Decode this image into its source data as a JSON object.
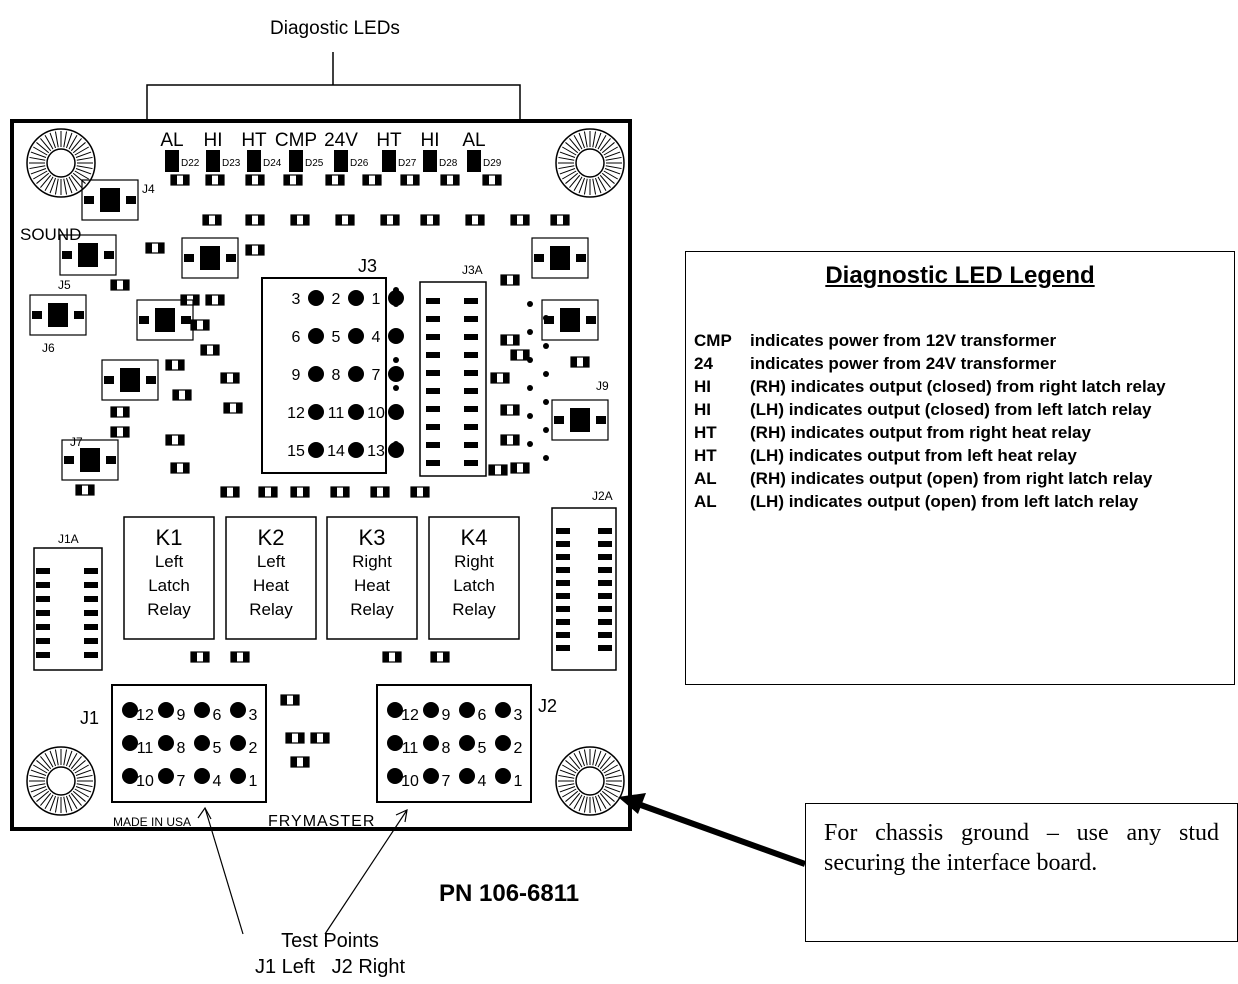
{
  "callouts": {
    "leds_title": "Diagostic LEDs",
    "test_points_title": "Test Points",
    "test_points_sub": "J1 Left   J2 Right",
    "part_number": "PN 106-6811"
  },
  "board": {
    "led_labels": [
      "AL",
      "HI",
      "HT",
      "CMP",
      "24V",
      "HT",
      "HI",
      "AL"
    ],
    "led_ids": [
      "D22",
      "D23",
      "D24",
      "D25",
      "D26",
      "D27",
      "D28",
      "D29"
    ],
    "sound_label": "SOUND",
    "maker_label": "MADE IN USA",
    "brand_label": "FRYMASTER",
    "connectors": {
      "j1": "J1",
      "j2": "J2",
      "j3": "J3",
      "j3a": "J3A",
      "j4": "J4",
      "j5": "J5",
      "j6": "J6",
      "j7": "J7",
      "j9": "J9",
      "j1a": "J1A",
      "j2a": "J2A"
    },
    "relays": [
      {
        "id": "K1",
        "line1": "Left",
        "line2": "Latch",
        "line3": "Relay"
      },
      {
        "id": "K2",
        "line1": "Left",
        "line2": "Heat",
        "line3": "Relay"
      },
      {
        "id": "K3",
        "line1": "Right",
        "line2": "Heat",
        "line3": "Relay"
      },
      {
        "id": "K4",
        "line1": "Right",
        "line2": "Latch",
        "line3": "Relay"
      }
    ],
    "j3_pins": [
      "3",
      "2",
      "1",
      "6",
      "5",
      "4",
      "9",
      "8",
      "7",
      "12",
      "11",
      "10",
      "15",
      "14",
      "13"
    ],
    "j1_pins": [
      "12",
      "9",
      "6",
      "3",
      "11",
      "8",
      "5",
      "2",
      "10",
      "7",
      "4",
      "1"
    ],
    "j2_pins": [
      "12",
      "9",
      "6",
      "3",
      "11",
      "8",
      "5",
      "2",
      "10",
      "7",
      "4",
      "1"
    ]
  },
  "legend": {
    "title": "Diagnostic LED Legend",
    "rows": [
      {
        "code": "CMP",
        "text": "indicates power from 12V transformer"
      },
      {
        "code": "24",
        "text": "indicates power from 24V transformer"
      },
      {
        "code": "HI",
        "text": "(RH) indicates output (closed) from right latch relay"
      },
      {
        "code": "HI",
        "text": "(LH) indicates output (closed) from left latch relay"
      },
      {
        "code": "HT",
        "text": "(RH) indicates output from right heat relay"
      },
      {
        "code": "HT",
        "text": "(LH) indicates output from left heat relay"
      },
      {
        "code": "AL",
        "text": "(RH) indicates output (open) from right latch relay"
      },
      {
        "code": "AL",
        "text": "(LH) indicates output (open) from left latch relay"
      }
    ]
  },
  "note": {
    "text": "For chassis ground – use any stud securing the interface board."
  }
}
